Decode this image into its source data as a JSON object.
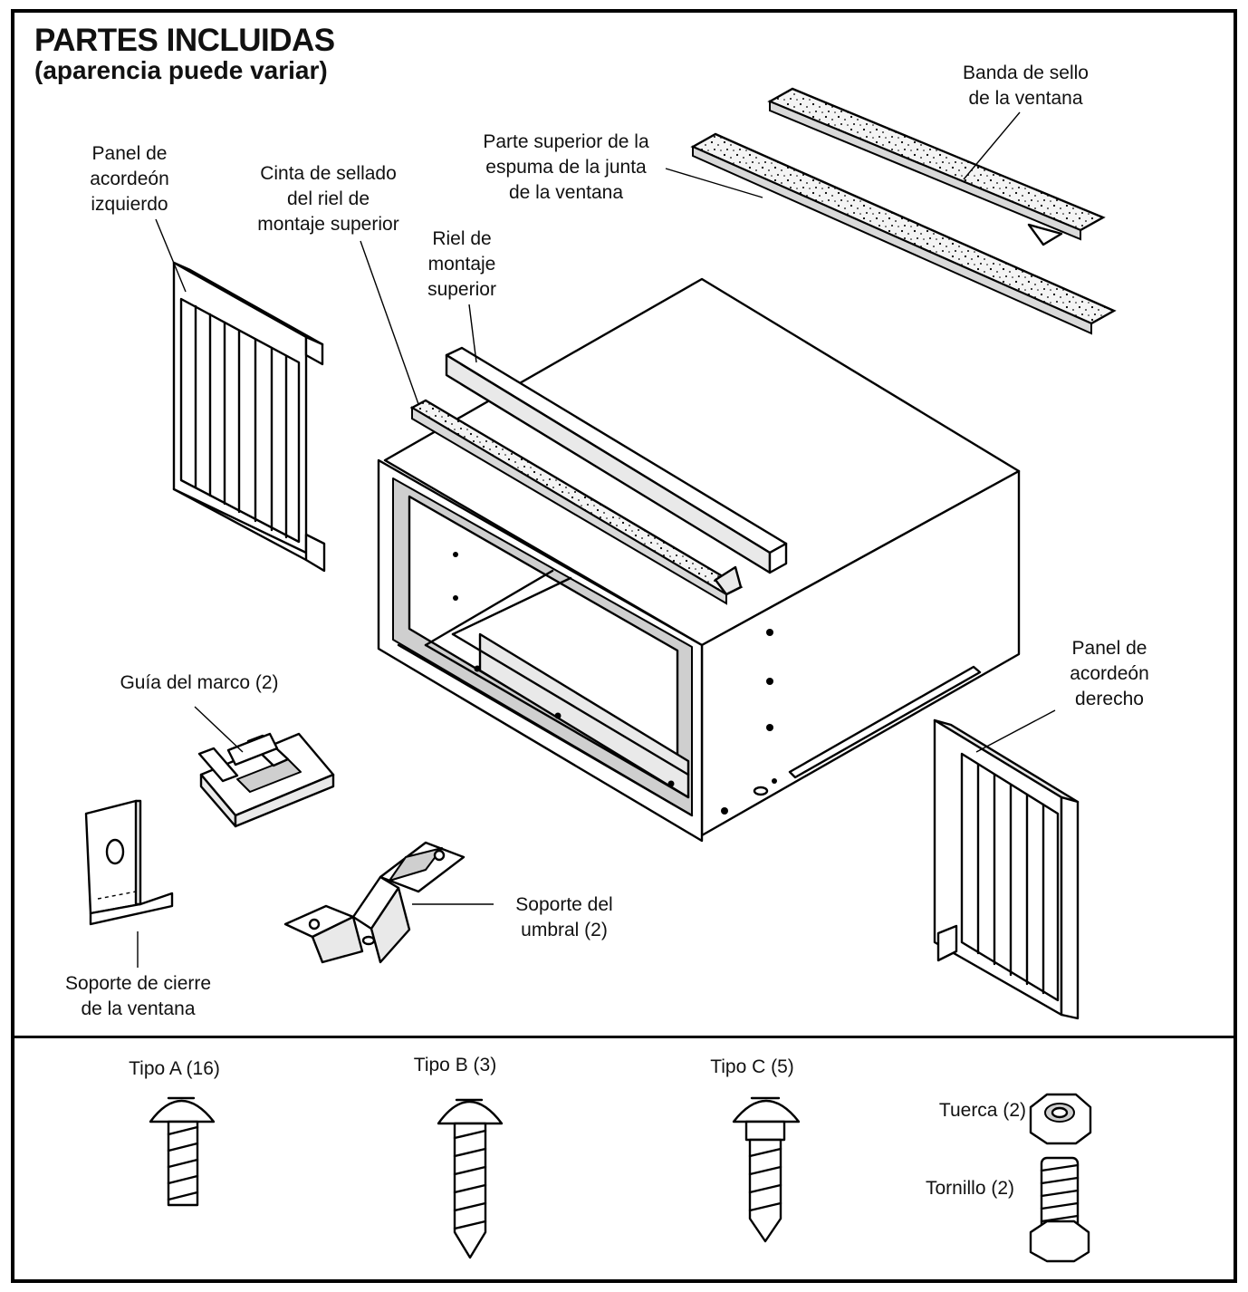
{
  "header": {
    "title": "PARTES INCLUIDAS",
    "subtitle": "(aparencia puede variar)"
  },
  "labels": {
    "left_accordion": "Panel de\nacordeón\nizquierdo",
    "top_rail_tape": "Cinta de sellado\ndel riel de\nmontaje superior",
    "top_rail": "Riel de\nmontaje\nsuperior",
    "window_foam": "Parte superior de la\nespuma de la junta\nde la ventana",
    "seal_strip": "Banda de sello\nde la ventana",
    "sash_guide": "Guía del marco (2)",
    "right_accordion": "Panel de\nacordeón\nderecho",
    "sill_bracket": "Soporte del\numbral (2)",
    "window_lock": "Soporte de cierre\nde la ventana"
  },
  "hardware": {
    "type_a": "Tipo A (16)",
    "type_b": "Tipo B (3)",
    "type_c": "Tipo C (5)",
    "nut": "Tuerca (2)",
    "bolt": "Tornillo (2)"
  }
}
